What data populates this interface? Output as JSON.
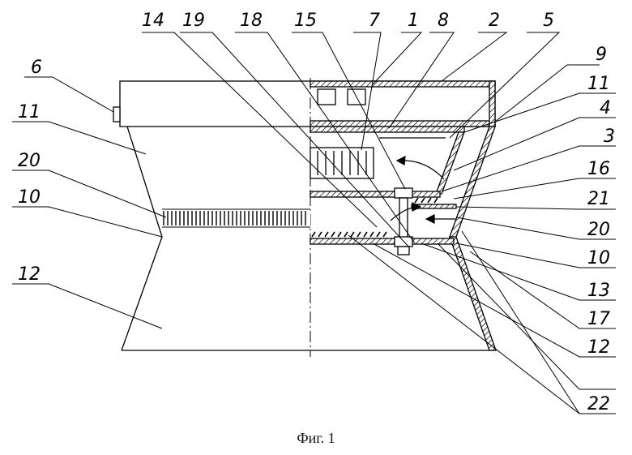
{
  "caption": "Фиг. 1",
  "labels": {
    "l14": "14",
    "l19": "19",
    "l18": "18",
    "l15": "15",
    "l7": "7",
    "l1": "1",
    "l8": "8",
    "l2": "2",
    "l5": "5",
    "l9": "9",
    "l11r": "11",
    "l4": "4",
    "l3": "3",
    "l16": "16",
    "l21": "21",
    "l20r": "20",
    "l10r": "10",
    "l13": "13",
    "l17": "17",
    "l12r": "12",
    "l22": "22",
    "l6": "6",
    "l11l": "11",
    "l20l": "20",
    "l10l": "10",
    "l12l": "12"
  }
}
